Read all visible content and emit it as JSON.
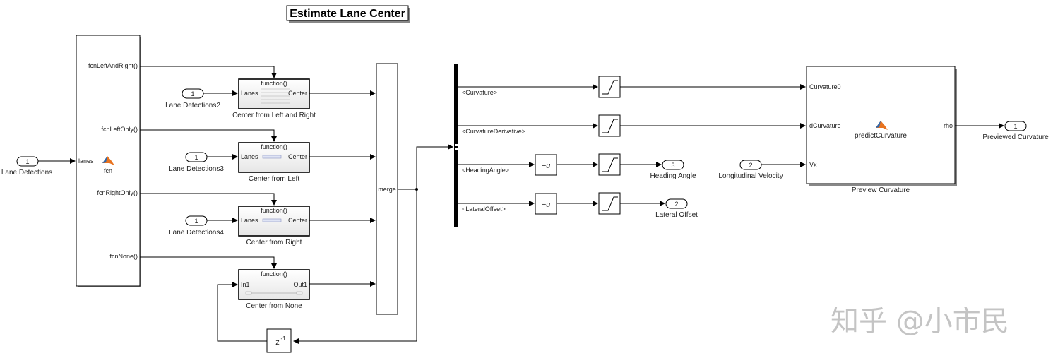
{
  "title": "Estimate Lane Center",
  "watermark": "知乎 @小市民",
  "inports": {
    "lane_detections": {
      "num": "1",
      "label": "Lane Detections"
    },
    "lane_detections2": {
      "num": "1",
      "label": "Lane Detections2"
    },
    "lane_detections3": {
      "num": "1",
      "label": "Lane Detections3"
    },
    "lane_detections4": {
      "num": "1",
      "label": "Lane Detections4"
    },
    "longitudinal_velocity": {
      "num": "2",
      "label": "Longitudinal Velocity"
    }
  },
  "outports": {
    "previewed_curvature": {
      "num": "1",
      "label": "Previewed Curvature"
    },
    "heading_angle": {
      "num": "3",
      "label": "Heading Angle"
    },
    "lateral_offset": {
      "num": "2",
      "label": "Lateral Offset"
    }
  },
  "fcn_block": {
    "name": "fcn",
    "in_port": "lanes",
    "out_ports": [
      "fcnLeftAndRight()",
      "fcnLeftOnly()",
      "fcnRightOnly()",
      "fcnNone()"
    ]
  },
  "subsystems": [
    {
      "name": "Center from Left and Right",
      "trigger": "function()",
      "in": "Lanes",
      "out": "Center"
    },
    {
      "name": "Center from Left",
      "trigger": "function()",
      "in": "Lanes",
      "out": "Center"
    },
    {
      "name": "Center from Right",
      "trigger": "function()",
      "in": "Lanes",
      "out": "Center"
    },
    {
      "name": "Center from None",
      "trigger": "function()",
      "in": "In1",
      "out": "Out1"
    }
  ],
  "merge_label": "merge",
  "delay_label": "z",
  "delay_exp": "-1",
  "bus_signals": [
    "<Curvature>",
    "<CurvatureDerivative>",
    "<HeadingAngle>",
    "<LateralOffset>"
  ],
  "gain_label": "−u",
  "preview": {
    "name": "Preview Curvature",
    "fn": "predictCurvature",
    "inputs": [
      "Curvature0",
      "dCurvature",
      "Vx"
    ],
    "output": "rho"
  }
}
